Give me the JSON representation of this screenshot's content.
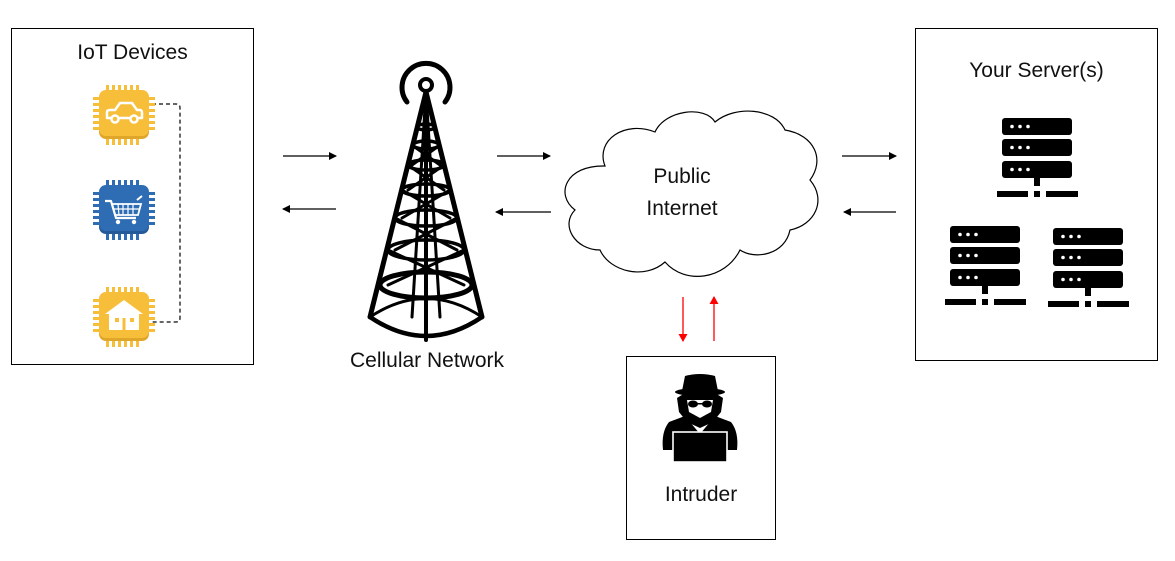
{
  "diagram": {
    "nodes": {
      "iot_devices": {
        "title": "IoT Devices",
        "devices": [
          {
            "name": "car",
            "icon": "car-chip-icon",
            "color": "#F7BE3A"
          },
          {
            "name": "shopping-cart",
            "icon": "cart-chip-icon",
            "color": "#2E6DB4"
          },
          {
            "name": "home",
            "icon": "house-chip-icon",
            "color": "#F7BE3A"
          }
        ]
      },
      "cellular": {
        "label": "Cellular Network",
        "icon": "cell-tower-icon"
      },
      "internet": {
        "label_line1": "Public",
        "label_line2": "Internet",
        "icon": "cloud-icon"
      },
      "servers": {
        "title": "Your Server(s)",
        "count": 3,
        "icon": "server-rack-icon"
      },
      "intruder": {
        "label": "Intruder",
        "icon": "hacker-icon"
      }
    },
    "edges": [
      {
        "from": "IoT Devices",
        "to": "Cellular Network",
        "direction": "bidirectional",
        "color": "#000000"
      },
      {
        "from": "Cellular Network",
        "to": "Public Internet",
        "direction": "bidirectional",
        "color": "#000000"
      },
      {
        "from": "Public Internet",
        "to": "Your Server(s)",
        "direction": "bidirectional",
        "color": "#000000"
      },
      {
        "from": "Public Internet",
        "to": "Intruder",
        "direction": "bidirectional",
        "color": "#FF0000"
      }
    ]
  }
}
